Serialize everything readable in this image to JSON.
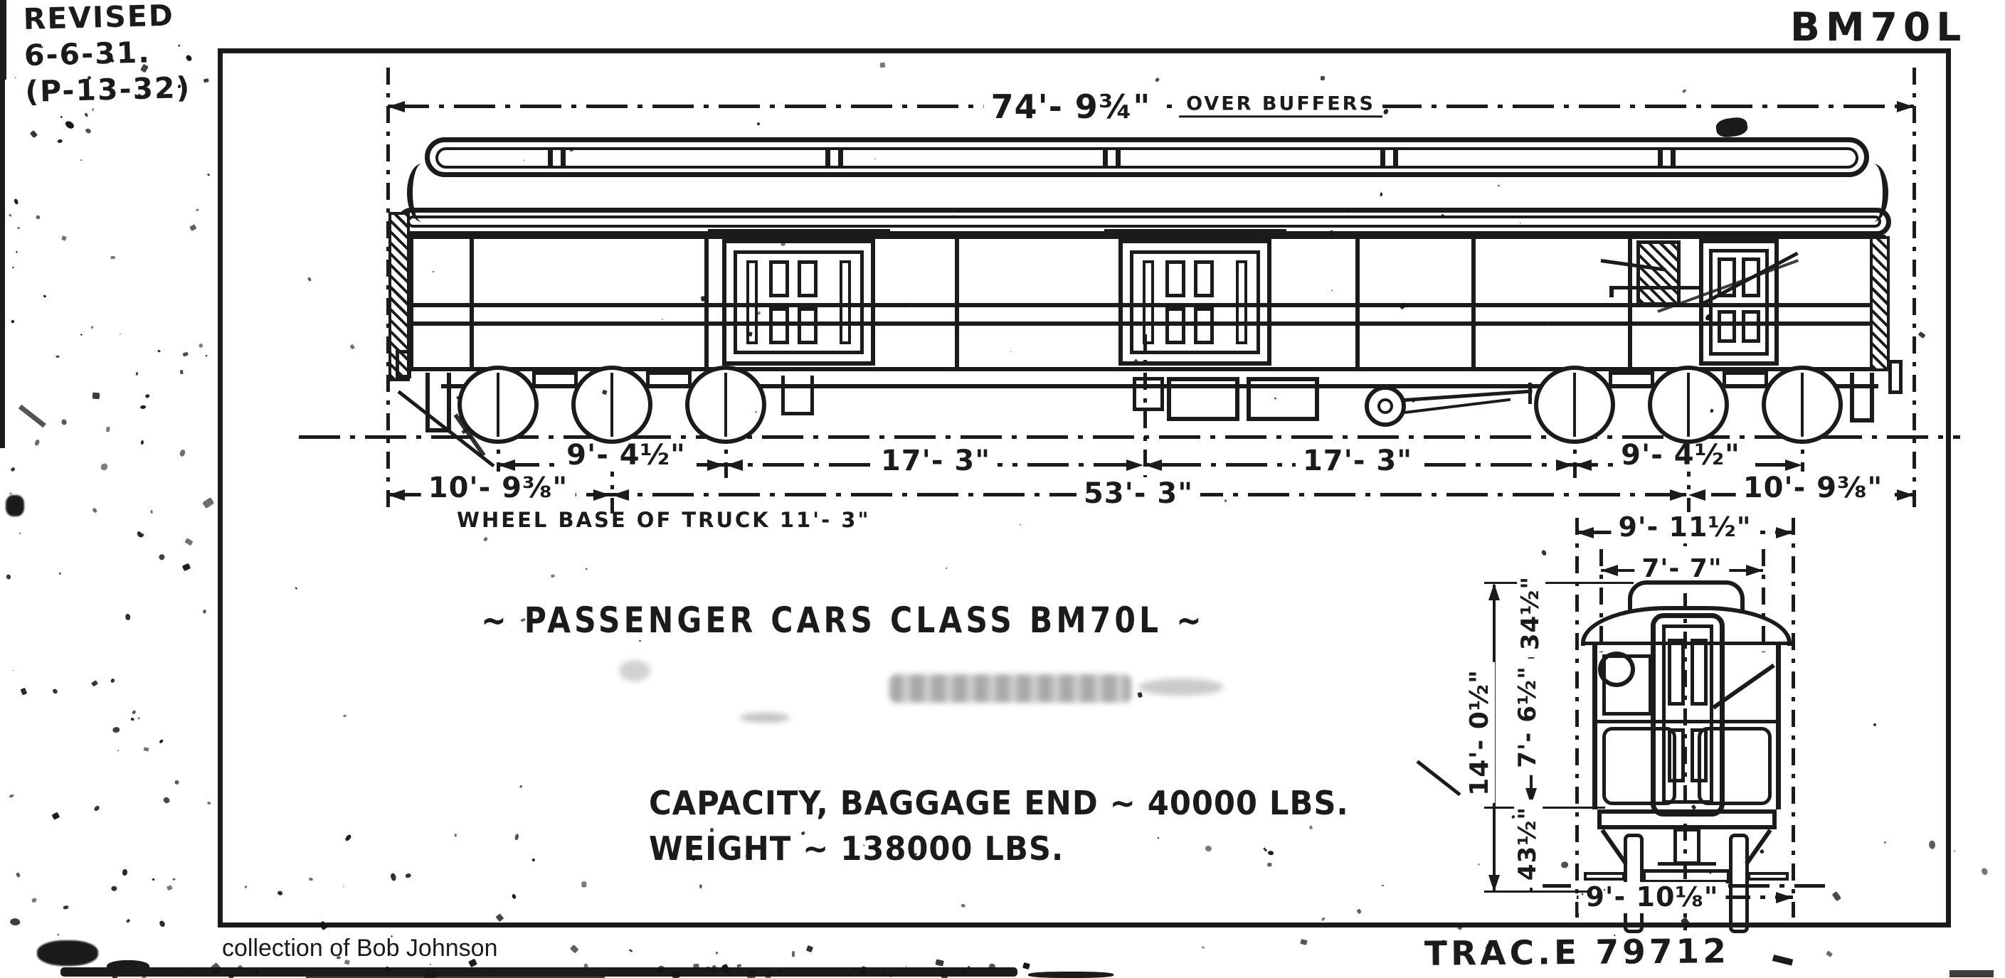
{
  "scan": {
    "revision_note": [
      "REVISED",
      "6-6-31.",
      "(P-13-32)"
    ],
    "class_label": "BM70L",
    "tracing_number": "TRAC.E 79712",
    "collection_credit": "collection of Bob Johnson"
  },
  "titles": {
    "main_title": "~ PASSENGER CARS CLASS BM70L ~",
    "capacity_note": "CAPACITY, BAGGAGE END ~ 40000 LBS.",
    "weight_note": "WEIGHT ~ 138000 LBS."
  },
  "side_view": {
    "dim_over_buffers": "74'- 9¾\"",
    "dim_over_buffers_suffix": "OVER BUFFERS",
    "dim_truck_axles_left": "9'- 4½\"",
    "dim_axle_to_center_left": "17'- 3\"",
    "dim_axle_to_center_right": "17'- 3\"",
    "dim_truck_axles_right": "9'- 4½\"",
    "dim_end_to_truck_left": "10'- 9⅜\"",
    "dim_truck_centers": "53'- 3\"",
    "dim_end_to_truck_right": "10'- 9⅜\"",
    "wheelbase_note": "WHEEL BASE OF TRUCK 11'- 3\""
  },
  "end_view": {
    "dim_width_over_roof": "9'- 11½\"",
    "dim_width_body": "7'- 7\"",
    "dim_height_total": "14'- 0½\"",
    "dim_clerestory_height": "34½\"",
    "dim_body_side_height": "7'- 6½\"",
    "dim_rail_to_floor": "43½\"",
    "dim_width_over_steps": "9'- 10⅛\""
  }
}
